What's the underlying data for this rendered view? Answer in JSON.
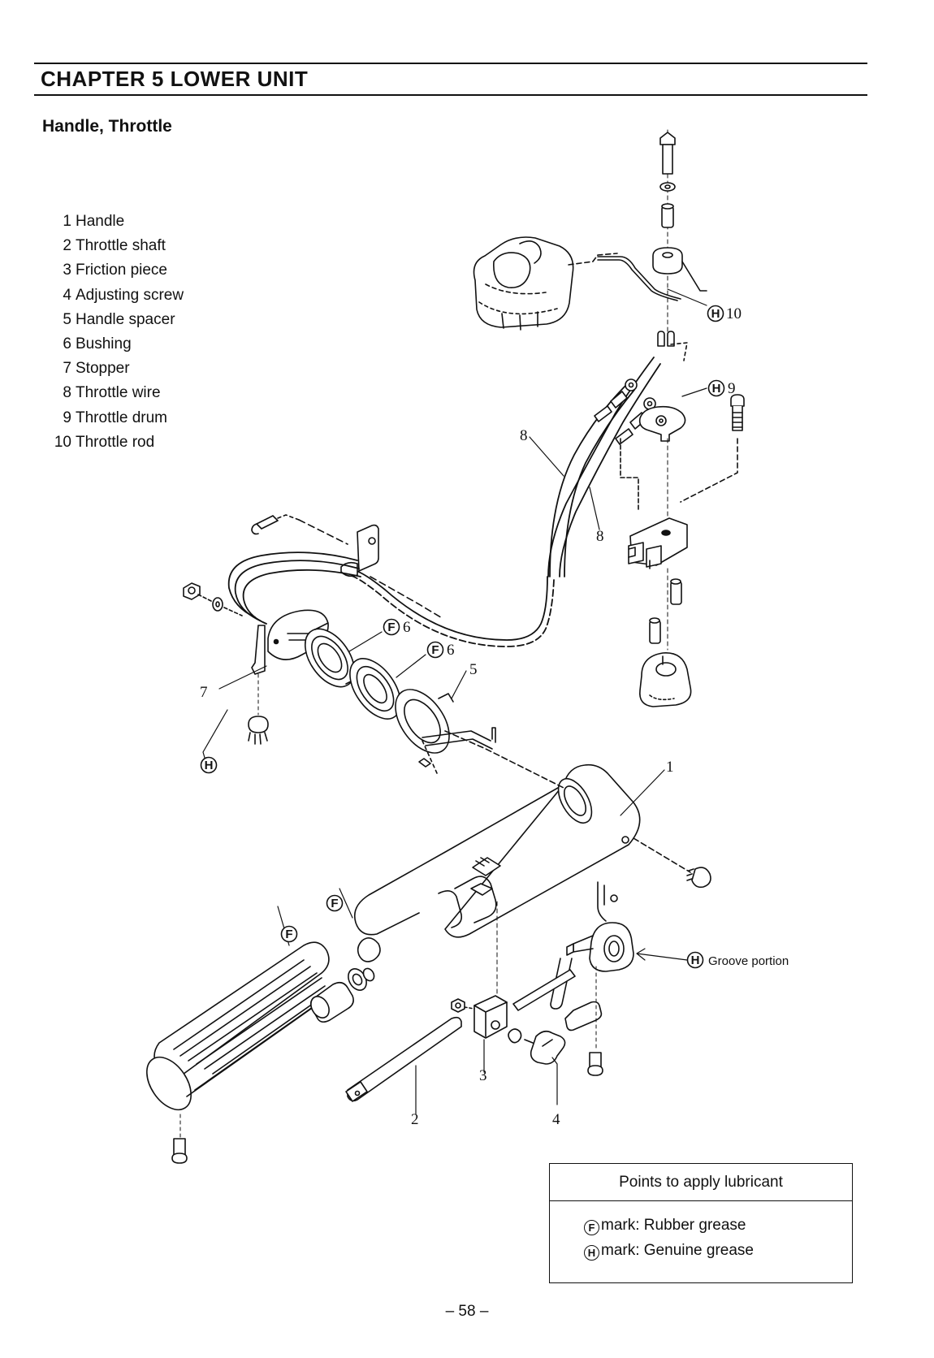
{
  "header": {
    "chapter_title": "CHAPTER 5  LOWER UNIT",
    "section_title": "Handle, Throttle"
  },
  "parts_list": [
    {
      "num": "1",
      "name": "Handle"
    },
    {
      "num": "2",
      "name": "Throttle shaft"
    },
    {
      "num": "3",
      "name": "Friction piece"
    },
    {
      "num": "4",
      "name": "Adjusting screw"
    },
    {
      "num": "5",
      "name": "Handle spacer"
    },
    {
      "num": "6",
      "name": "Bushing"
    },
    {
      "num": "7",
      "name": "Stopper"
    },
    {
      "num": "8",
      "name": "Throttle wire"
    },
    {
      "num": "9",
      "name": "Throttle drum"
    },
    {
      "num": "10",
      "name": "Throttle rod"
    }
  ],
  "diagram": {
    "callouts": {
      "c10": "10",
      "c9": "9",
      "c8a": "8",
      "c8b": "8",
      "c6a": "6",
      "c6b": "6",
      "c5": "5",
      "c7": "7",
      "c1": "1",
      "c3": "3",
      "c2": "2",
      "c4": "4"
    },
    "marks": {
      "rubber": "F",
      "genuine": "H"
    },
    "groove_label": "Groove portion"
  },
  "lubricant_box": {
    "title": "Points to apply lubricant",
    "rubber_mark_symbol": "F",
    "rubber_mark_text": "mark: Rubber grease",
    "genuine_mark_symbol": "H",
    "genuine_mark_text": "mark: Genuine grease"
  },
  "footer": {
    "page_number": "– 58 –"
  }
}
